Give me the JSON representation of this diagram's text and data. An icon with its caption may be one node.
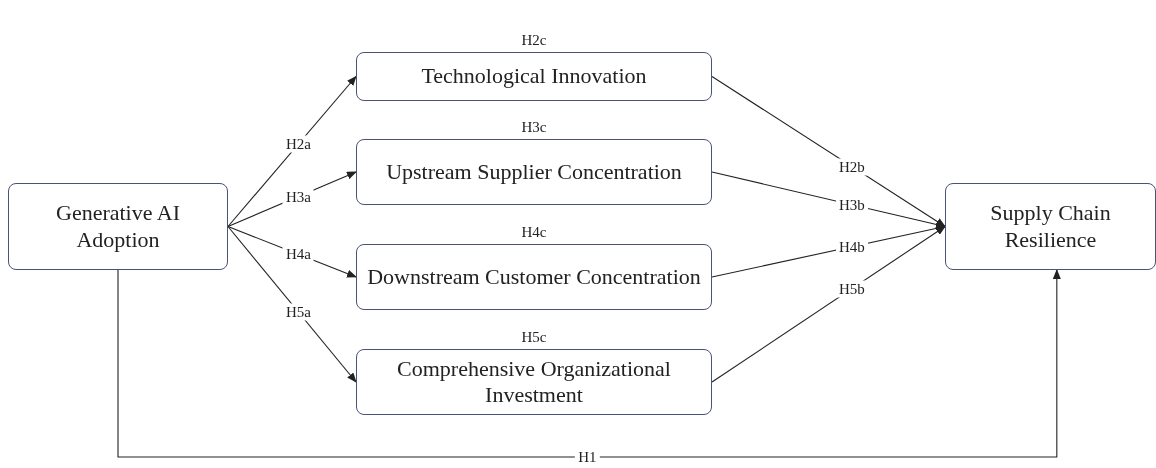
{
  "diagram": {
    "nodes": [
      {
        "text": [
          "Generative AI Adoption"
        ]
      },
      {
        "text": [
          "Technological Innovation"
        ],
        "beside": [
          "H2c"
        ]
      },
      {
        "text": [
          "Upstream Supplier Concentration"
        ],
        "beside": [
          "H3c"
        ]
      },
      {
        "text": [
          "Downstream Customer Concentration"
        ],
        "beside": [
          "H4c"
        ]
      },
      {
        "text": [
          "Comprehensive Organizational Investment"
        ],
        "beside": [
          "H5c"
        ]
      },
      {
        "text": [
          "Supply Chain Resilience"
        ]
      }
    ],
    "edges": [
      {
        "from": 0,
        "to": 1,
        "arrow": "to",
        "label": "H2a"
      },
      {
        "from": 0,
        "to": 2,
        "arrow": "to",
        "label": "H3a"
      },
      {
        "from": 0,
        "to": 3,
        "arrow": "to",
        "label": "H4a"
      },
      {
        "from": 0,
        "to": 4,
        "arrow": "to",
        "label": "H5a"
      },
      {
        "from": 1,
        "to": 5,
        "arrow": "to",
        "label": "H2b"
      },
      {
        "from": 2,
        "to": 5,
        "arrow": "to",
        "label": "H3b"
      },
      {
        "from": 3,
        "to": 5,
        "arrow": "to",
        "label": "H4b"
      },
      {
        "from": 4,
        "to": 5,
        "arrow": "to",
        "label": "H5b"
      },
      {
        "from": 0,
        "to": 5,
        "arrow": "to",
        "label": "H1"
      }
    ]
  }
}
